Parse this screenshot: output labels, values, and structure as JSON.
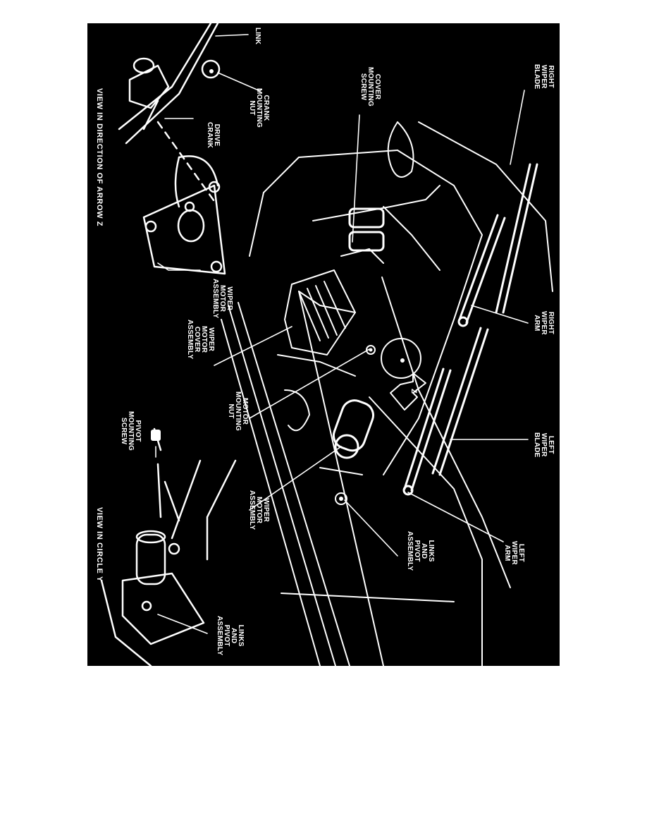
{
  "figure": {
    "view_captions": {
      "arrow_z": "VIEW IN DIRECTION OF ARROW Z",
      "circle_y": "VIEW IN CIRCLE Y"
    },
    "arrow_marker": "Z",
    "labels": {
      "link": [
        "LINK"
      ],
      "crank_mounting_nut": [
        "CRANK",
        "MOUNTING",
        "NUT"
      ],
      "drive_crank": [
        "DRIVE",
        "CRANK"
      ],
      "wiper_motor_assembly_detail": [
        "WIPER",
        "MOTOR",
        "ASSEMBLY"
      ],
      "cover_mounting_screw": [
        "COVER",
        "MOUNTING",
        "SCREW"
      ],
      "right_wiper_blade": [
        "RIGHT",
        "WIPER",
        "BLADE"
      ],
      "right_wiper_arm": [
        "RIGHT",
        "WIPER",
        "ARM"
      ],
      "wiper_motor_cover_assembly": [
        "WIPER",
        "MOTOR",
        "COVER",
        "ASSEMBLY"
      ],
      "motor_mounting_nut": [
        "MOTOR",
        "MOUNTING",
        "NUT"
      ],
      "left_wiper_blade": [
        "LEFT",
        "WIPER",
        "BLADE"
      ],
      "pivot_mounting_screw": [
        "PIVOT",
        "MOUNTING",
        "SCREW"
      ],
      "wiper_motor_assembly_main": [
        "WIPER",
        "MOTOR",
        "ASSEMBLY"
      ],
      "links_and_pivot_assembly_main": [
        "LINKS",
        "AND",
        "PIVOT",
        "ASSEMBLY"
      ],
      "left_wiper_arm": [
        "LEFT",
        "WIPER",
        "ARM"
      ],
      "links_and_pivot_assembly_detail": [
        "LINKS",
        "AND",
        "PIVOT",
        "ASSEMBLY"
      ]
    }
  }
}
